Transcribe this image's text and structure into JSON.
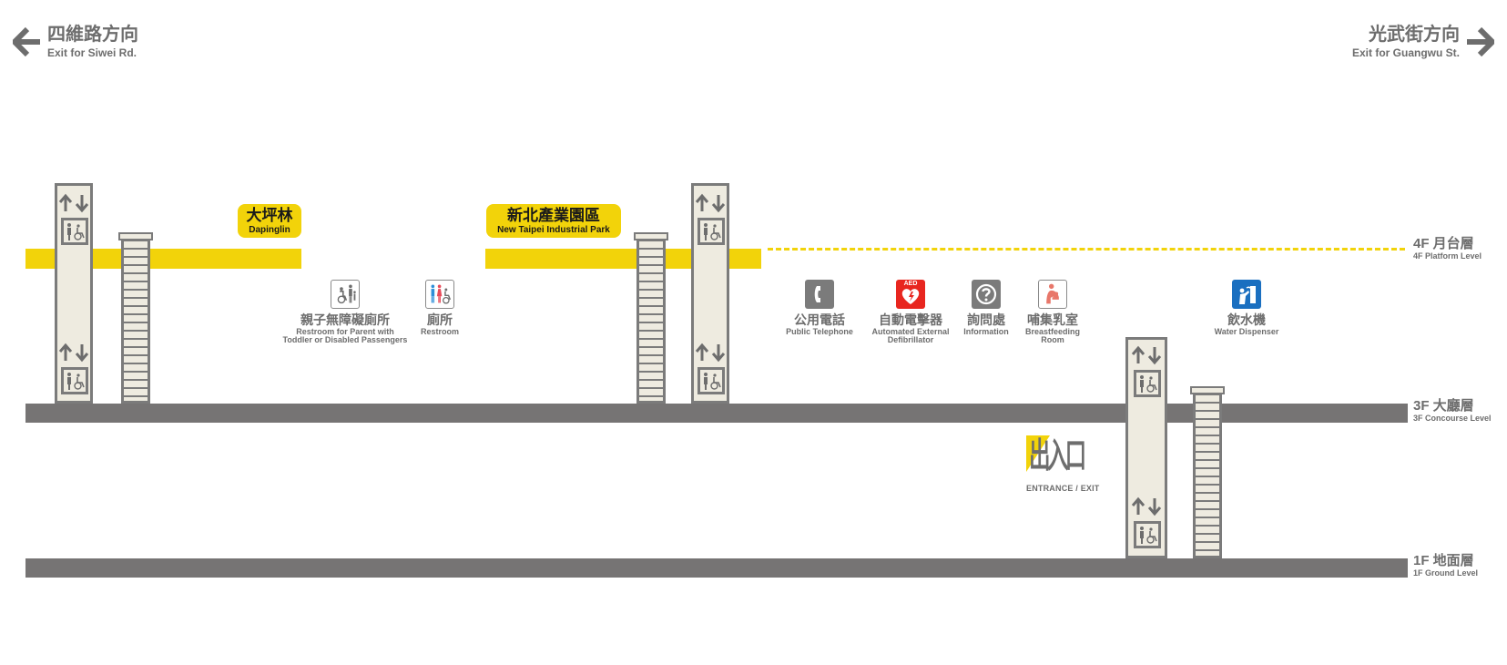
{
  "directions": {
    "left": {
      "zh": "四維路方向",
      "en": "Exit for Siwei Rd."
    },
    "right": {
      "zh": "光武街方向",
      "en": "Exit for Guangwu St."
    }
  },
  "floors": [
    {
      "id": "4f",
      "zh": "4F 月台層",
      "en": "4F Platform Level"
    },
    {
      "id": "3f",
      "zh": "3F 大廳層",
      "en": "3F Concourse Level"
    },
    {
      "id": "1f",
      "zh": "1F 地面層",
      "en": "1F Ground Level"
    }
  ],
  "stations": {
    "dapinglin": {
      "zh": "大坪林",
      "en": "Dapinglin"
    },
    "industrial": {
      "zh": "新北產業園區",
      "en": "New Taipei Industrial Park"
    }
  },
  "facilities": {
    "family_restroom": {
      "zh": "親子無障礙廁所",
      "en": "Restroom for Parent with",
      "en2": "Toddler or Disabled Passengers",
      "icon": "family-restroom-icon"
    },
    "restroom": {
      "zh": "廁所",
      "en": "Restroom",
      "icon": "restroom-icon"
    },
    "telephone": {
      "zh": "公用電話",
      "en": "Public Telephone",
      "icon": "telephone-icon"
    },
    "aed": {
      "zh": "自動電擊器",
      "en": "Automated External",
      "en2": "Defibrillator",
      "icon": "aed-icon",
      "badge": "AED"
    },
    "information": {
      "zh": "詢問處",
      "en": "Information",
      "icon": "information-icon"
    },
    "breastfeeding": {
      "zh": "哺集乳室",
      "en": "Breastfeeding",
      "en2": "Room",
      "icon": "breastfeeding-icon"
    },
    "water": {
      "zh": "飲水機",
      "en": "Water Dispenser",
      "icon": "water-dispenser-icon"
    }
  },
  "entrance": {
    "zh": "出入口",
    "en": "ENTRANCE / EXIT"
  },
  "colors": {
    "platform_yellow": "#f2d30a",
    "floor_gray": "#767474",
    "text_gray": "#6d6d6d",
    "aed_red": "#e8261f",
    "water_blue": "#1a6fc0",
    "breastfeeding_pink": "#e8776a"
  }
}
